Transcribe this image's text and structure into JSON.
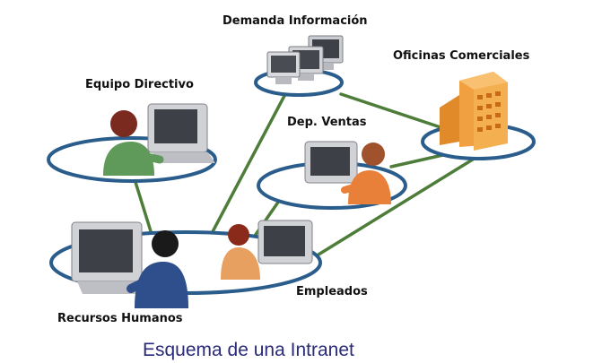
{
  "labels": {
    "demanda": "Demanda Información",
    "oficinas": "Oficinas Comerciales",
    "equipo": "Equipo Directivo",
    "ventas": "Dep. Ventas",
    "empleados": "Empleados",
    "recursos": "Recursos Humanos"
  },
  "caption": "Esquema de una Intranet",
  "colors": {
    "ring_stroke": "#2a5d8c",
    "ring_fill": "#ffffff",
    "link": "#4e7d3a",
    "building": "#f0a040",
    "caption": "#2a2a7a"
  }
}
